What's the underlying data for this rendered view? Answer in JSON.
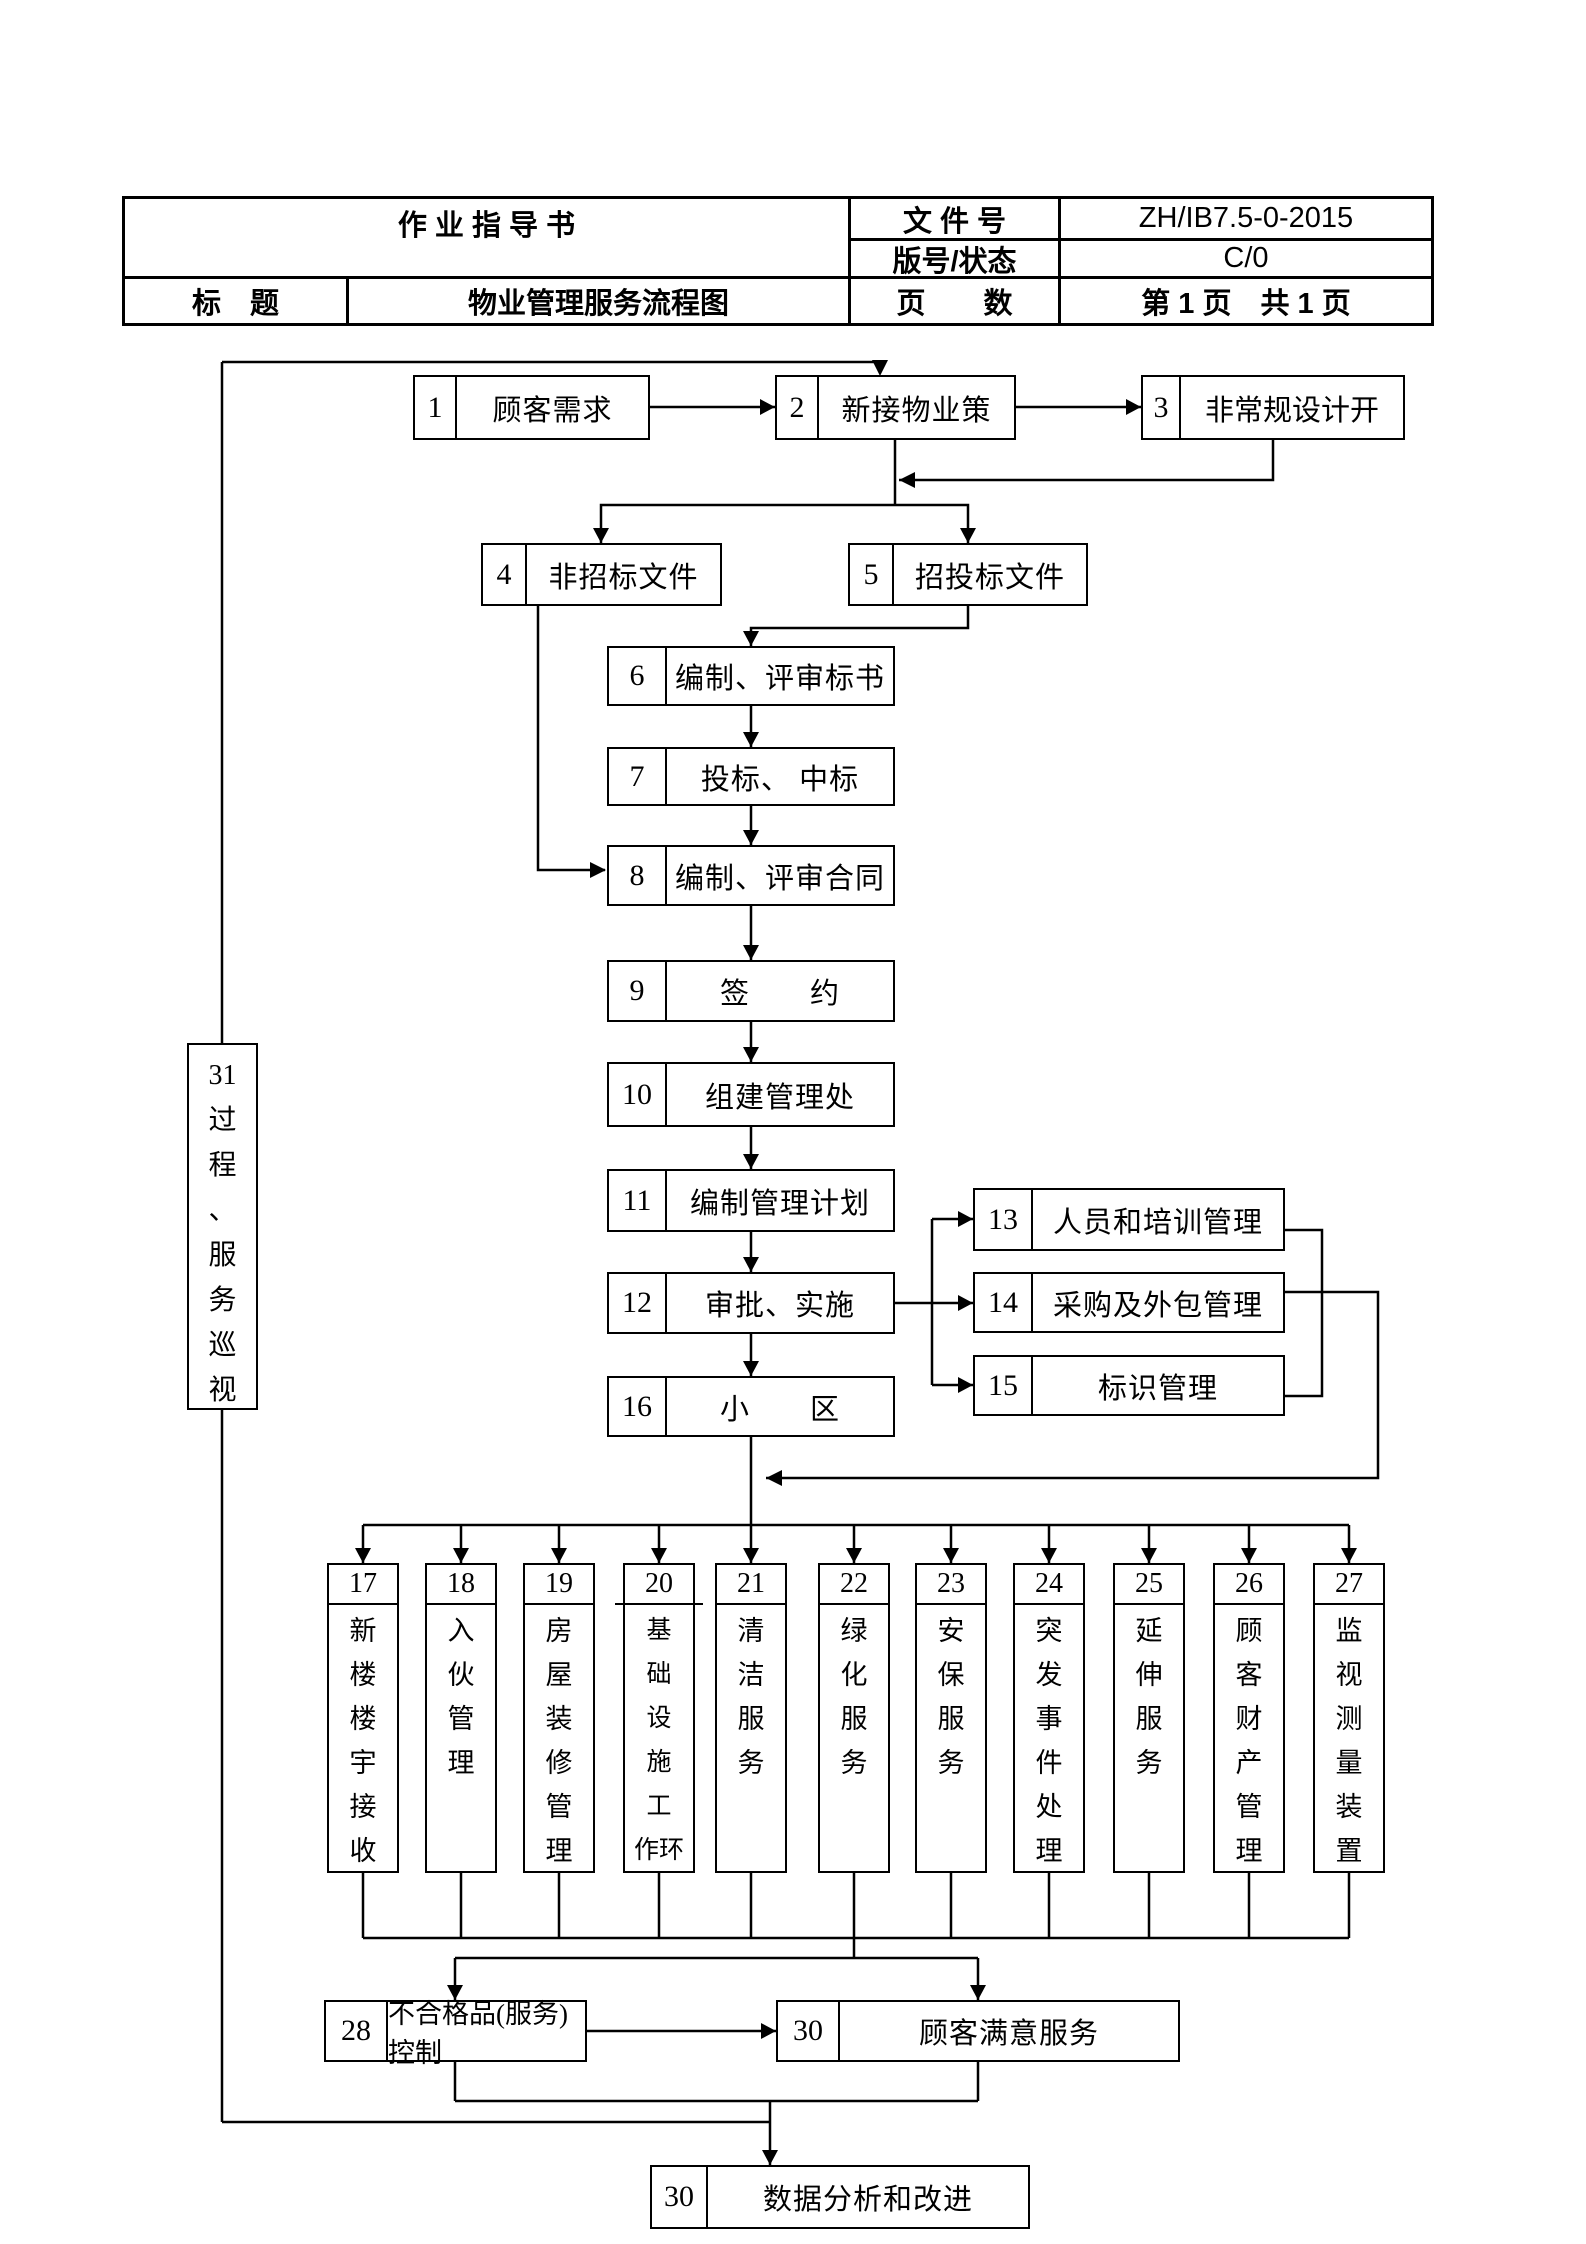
{
  "header": {
    "doc_type": "作 业 指 导 书",
    "file_no_label": "文 件 号",
    "file_no": "ZH/IB7.5-0-2015",
    "version_label": "版号/状态",
    "version": "C/0",
    "title_label": "标　题",
    "title": "物业管理服务流程图",
    "pages_label": "页　　数",
    "pages": "第 1 页　共 1 页"
  },
  "boxes": {
    "b1": {
      "num": "1",
      "label": "顾客需求"
    },
    "b2": {
      "num": "2",
      "label": "新接物业策"
    },
    "b3": {
      "num": "3",
      "label": "非常规设计开"
    },
    "b4": {
      "num": "4",
      "label": "非招标文件"
    },
    "b5": {
      "num": "5",
      "label": "招投标文件"
    },
    "b6": {
      "num": "6",
      "label": "编制、评审标书"
    },
    "b7": {
      "num": "7",
      "label": "投标、 中标"
    },
    "b8": {
      "num": "8",
      "label": "编制、评审合同"
    },
    "b9": {
      "num": "9",
      "label": "签　　约"
    },
    "b10": {
      "num": "10",
      "label": "组建管理处"
    },
    "b11": {
      "num": "11",
      "label": "编制管理计划"
    },
    "b12": {
      "num": "12",
      "label": "审批、实施"
    },
    "b13": {
      "num": "13",
      "label": "人员和培训管理"
    },
    "b14": {
      "num": "14",
      "label": "采购及外包管理"
    },
    "b15": {
      "num": "15",
      "label": "标识管理"
    },
    "b16": {
      "num": "16",
      "label": "小　　区"
    },
    "b17": {
      "num": "17",
      "text": "新\n楼\n楼\n宇\n接\n收"
    },
    "b18": {
      "num": "18",
      "text": "入\n伙\n管\n理"
    },
    "b19": {
      "num": "19",
      "text": "房\n屋\n装\n修\n管\n理"
    },
    "b20": {
      "num": "20",
      "text": "基\n础\n设\n施\n工\n作环"
    },
    "b21": {
      "num": "21",
      "text": "清\n洁\n服\n务"
    },
    "b22": {
      "num": "22",
      "text": "绿\n化\n服\n务"
    },
    "b23": {
      "num": "23",
      "text": "安\n保\n服\n务"
    },
    "b24": {
      "num": "24",
      "text": "突\n发\n事\n件\n处\n理"
    },
    "b25": {
      "num": "25",
      "text": "延\n伸\n服\n务"
    },
    "b26": {
      "num": "26",
      "text": "顾\n客\n财\n产\n管\n理"
    },
    "b27": {
      "num": "27",
      "text": "监\n视\n测\n量\n装\n置"
    },
    "b28": {
      "num": "28",
      "label": "不合格品(服务)控制"
    },
    "b30a": {
      "num": "30",
      "label": "顾客满意服务"
    },
    "b30b": {
      "num": "30",
      "label": "数据分析和改进"
    },
    "b31": {
      "text": "31\n过\n程\n、\n服\n务\n巡\n视"
    }
  }
}
